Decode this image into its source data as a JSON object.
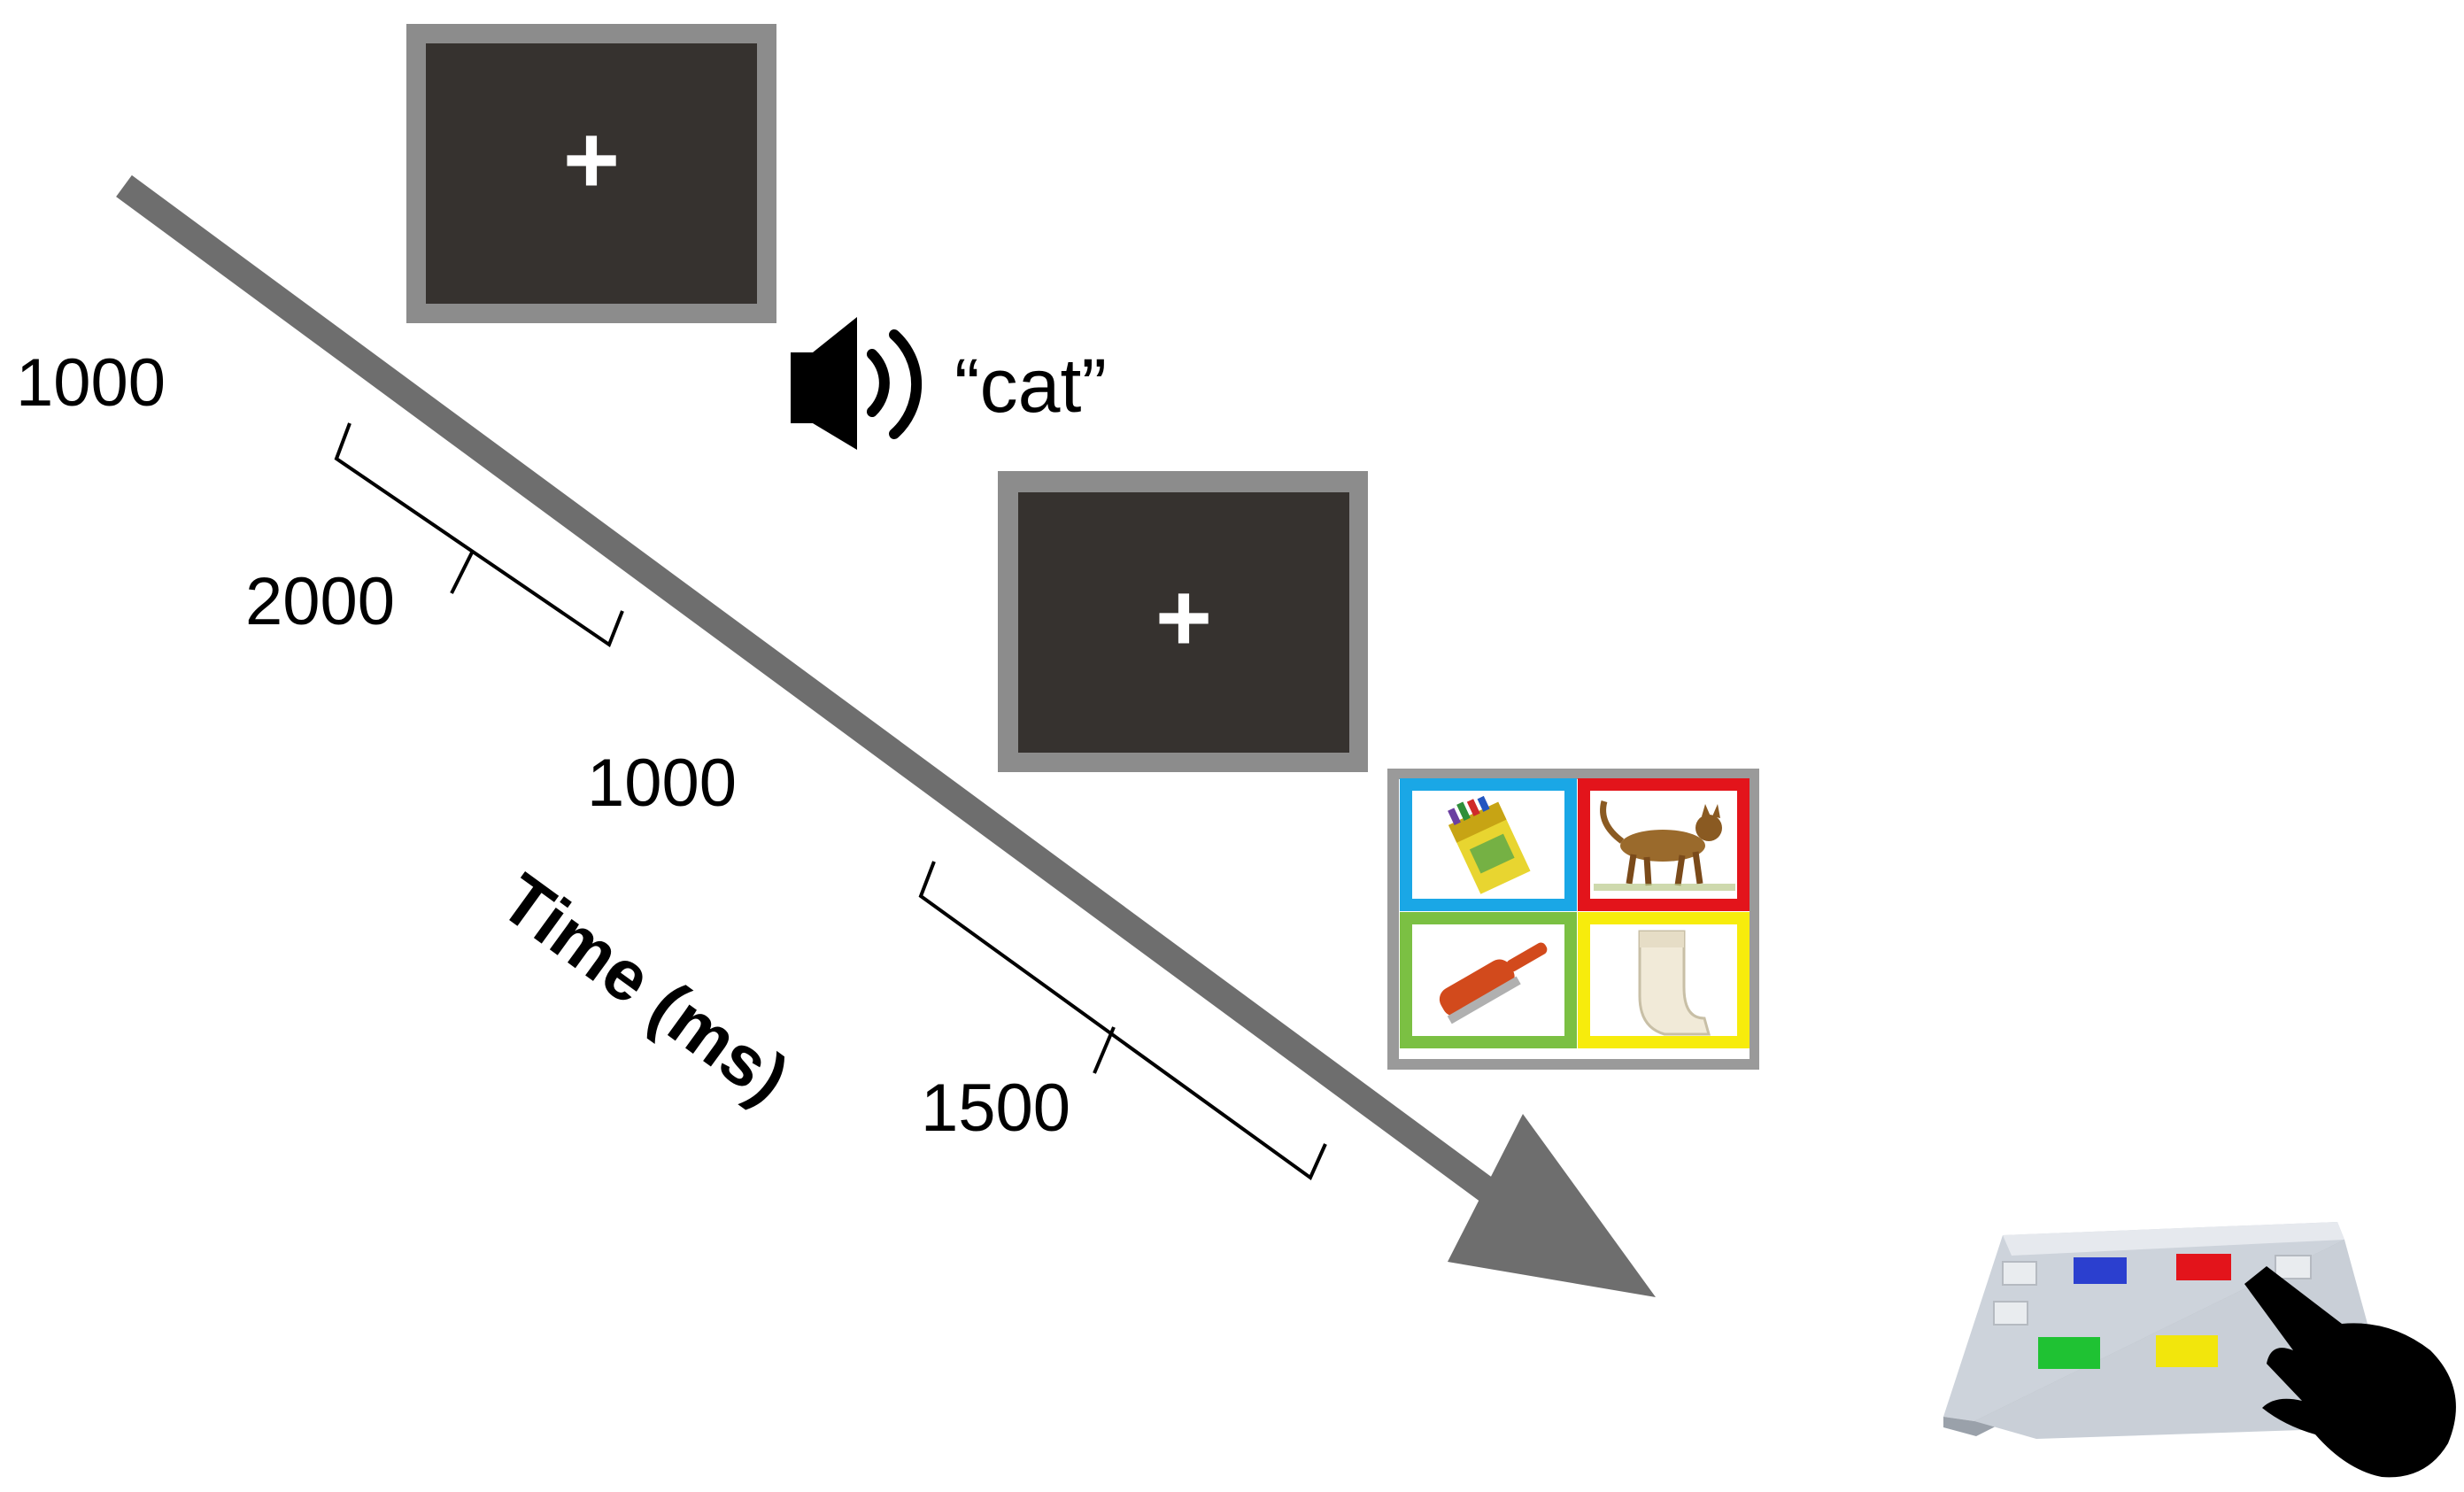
{
  "title": "",
  "axis": {
    "label": "Time (ms)"
  },
  "durations": {
    "first_label": "1000",
    "second_label": "2000",
    "third_label": "1000",
    "fourth_label": "1500"
  },
  "audio": {
    "word": "“cat”",
    "icon": "speaker-icon"
  },
  "screens": {
    "fixation_symbol": "+"
  },
  "picture_grid": {
    "items": [
      {
        "object": "crayon-box",
        "border_color": "#1aa7e6"
      },
      {
        "object": "cat",
        "border_color": "#e3141b"
      },
      {
        "object": "brush",
        "border_color": "#7bc043"
      },
      {
        "object": "sock",
        "border_color": "#f7ec0c"
      }
    ]
  },
  "response_box": {
    "buttons": [
      {
        "name": "blue-button",
        "color": "#2b3fcf"
      },
      {
        "name": "red-button",
        "color": "#e3141b"
      },
      {
        "name": "green-button",
        "color": "#1fc233"
      },
      {
        "name": "yellow-button",
        "color": "#f2e60c"
      }
    ],
    "hand_icon": "pointing-hand-icon"
  },
  "colors": {
    "arrow": "#6e6e6e",
    "screen_frame": "#8c8c8c",
    "screen_inner": "#36322f"
  }
}
